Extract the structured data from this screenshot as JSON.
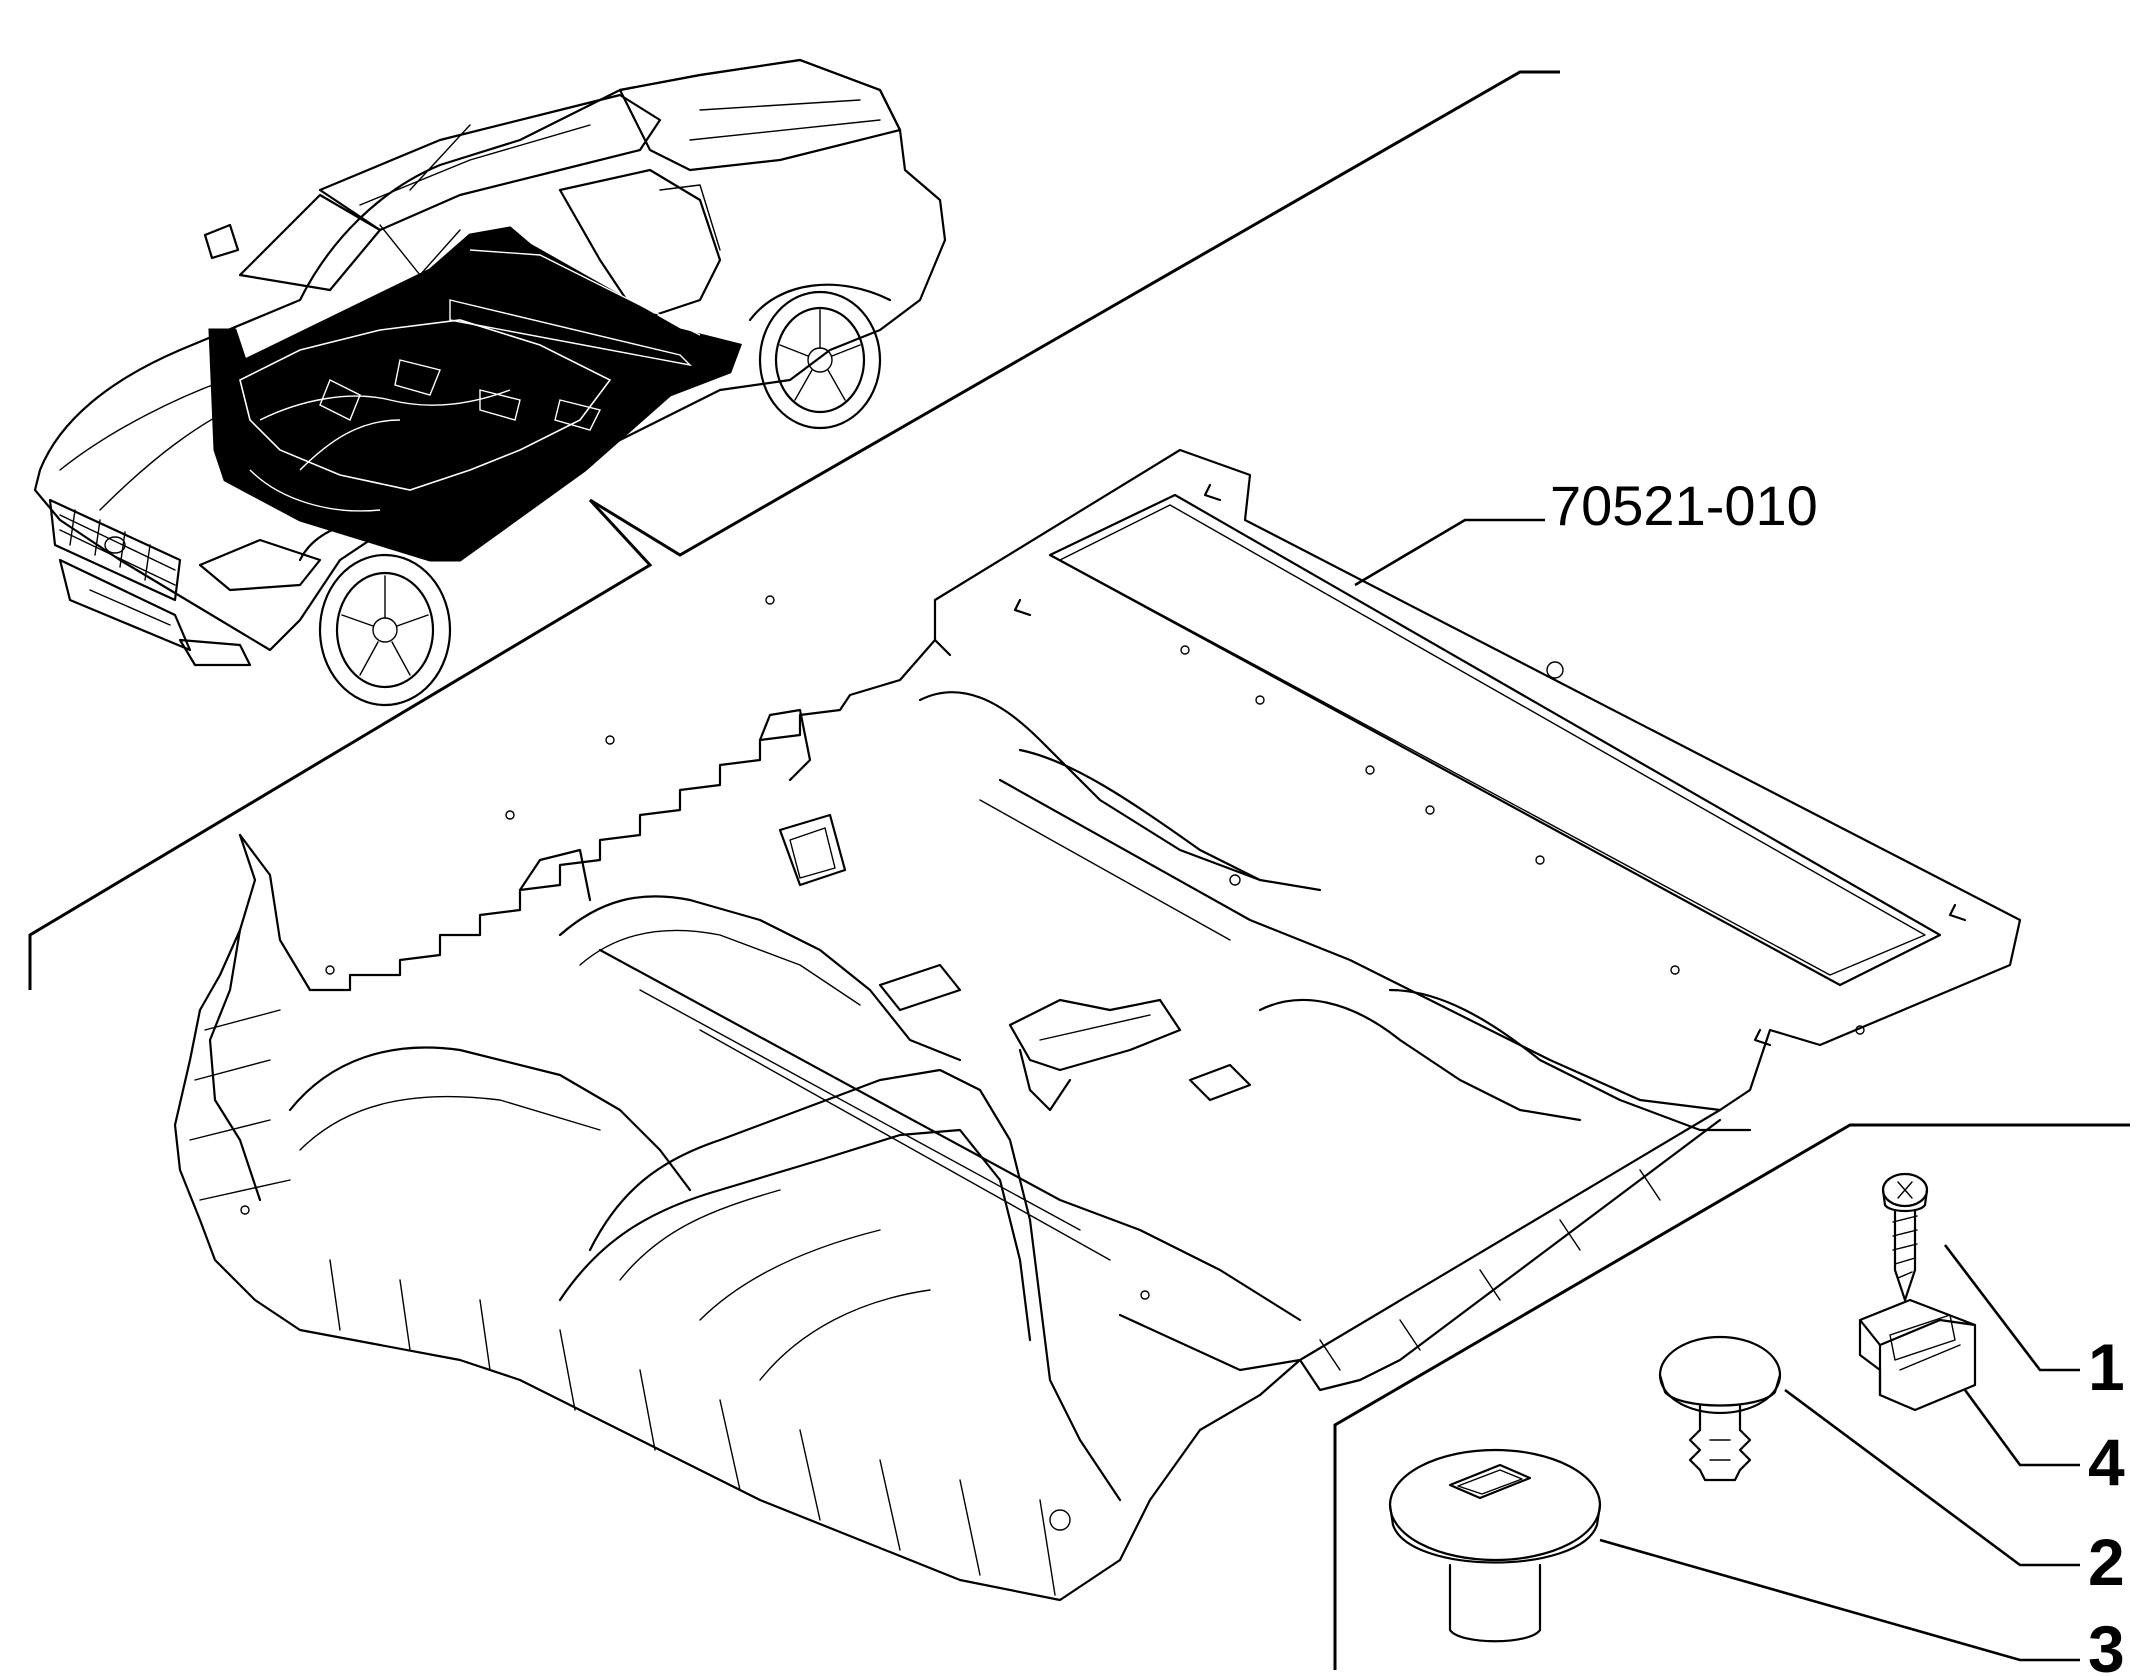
{
  "assembly": {
    "part_number": "70521-010"
  },
  "callouts": [
    {
      "id": "1",
      "label": "1"
    },
    {
      "id": "4",
      "label": "4"
    },
    {
      "id": "2",
      "label": "2"
    },
    {
      "id": "3",
      "label": "3"
    }
  ],
  "colors": {
    "line": "#000000",
    "background": "#ffffff",
    "highlight": "#000000"
  }
}
